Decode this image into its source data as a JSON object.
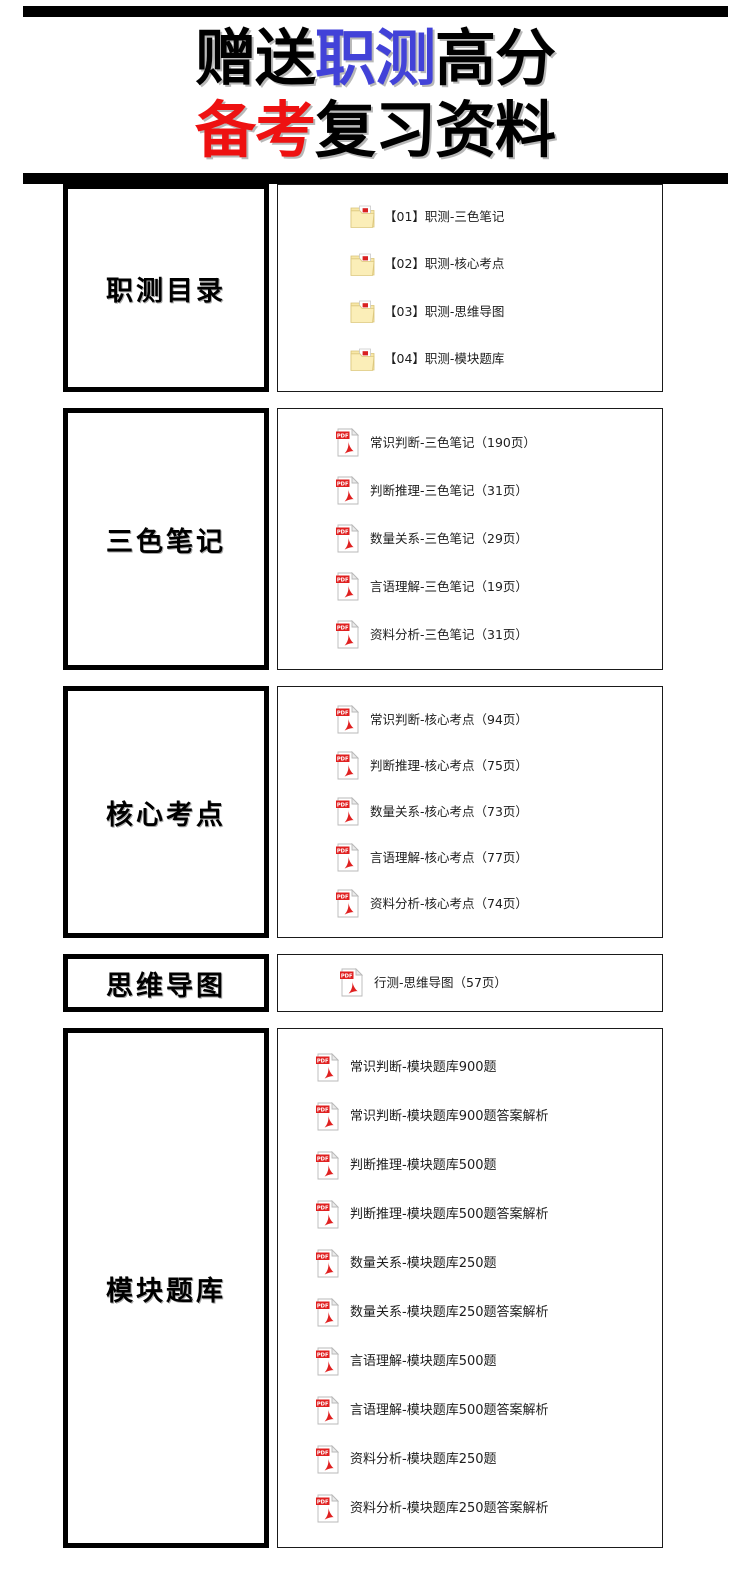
{
  "header": {
    "line1": [
      {
        "text": "赠送",
        "color": "#000000"
      },
      {
        "text": "职测",
        "color": "#4242d8"
      },
      {
        "text": "高分",
        "color": "#000000"
      }
    ],
    "line2": [
      {
        "text": "备考",
        "color": "#ee1111"
      },
      {
        "text": "复习资料",
        "color": "#000000"
      }
    ],
    "line1_plain": "赠送职测高分",
    "line2_plain": "备考复习资料",
    "accent_blue": "#4242d8",
    "accent_red": "#ee1111",
    "rule_color": "#000000"
  },
  "sections": [
    {
      "id": "catalog",
      "label": "职测目录",
      "icon": "folder-pdf-icon",
      "items": [
        {
          "label": "【01】职测-三色笔记"
        },
        {
          "label": "【02】职测-核心考点"
        },
        {
          "label": "【03】职测-思维导图"
        },
        {
          "label": "【04】职测-模块题库"
        }
      ]
    },
    {
      "id": "notes",
      "label": "三色笔记",
      "icon": "pdf-icon",
      "items": [
        {
          "label": "常识判断-三色笔记（190页）"
        },
        {
          "label": "判断推理-三色笔记（31页）"
        },
        {
          "label": "数量关系-三色笔记（29页）"
        },
        {
          "label": "言语理解-三色笔记（19页）"
        },
        {
          "label": "资料分析-三色笔记（31页）"
        }
      ]
    },
    {
      "id": "keypoints",
      "label": "核心考点",
      "icon": "pdf-icon",
      "items": [
        {
          "label": "常识判断-核心考点（94页）"
        },
        {
          "label": "判断推理-核心考点（75页）"
        },
        {
          "label": "数量关系-核心考点（73页）"
        },
        {
          "label": "言语理解-核心考点（77页）"
        },
        {
          "label": "资料分析-核心考点（74页）"
        }
      ]
    },
    {
      "id": "mindmap",
      "label": "思维导图",
      "icon": "pdf-icon",
      "items": [
        {
          "label": "行测-思维导图（57页）"
        }
      ]
    },
    {
      "id": "bank",
      "label": "模块题库",
      "icon": "pdf-icon",
      "items": [
        {
          "label": "常识判断-模块题库900题"
        },
        {
          "label": "常识判断-模块题库900题答案解析"
        },
        {
          "label": "判断推理-模块题库500题"
        },
        {
          "label": "判断推理-模块题库500题答案解析"
        },
        {
          "label": "数量关系-模块题库250题"
        },
        {
          "label": "数量关系-模块题库250题答案解析"
        },
        {
          "label": "言语理解-模块题库500题"
        },
        {
          "label": "言语理解-模块题库500题答案解析"
        },
        {
          "label": "资料分析-模块题库250题"
        },
        {
          "label": "资料分析-模块题库250题答案解析"
        }
      ]
    }
  ]
}
